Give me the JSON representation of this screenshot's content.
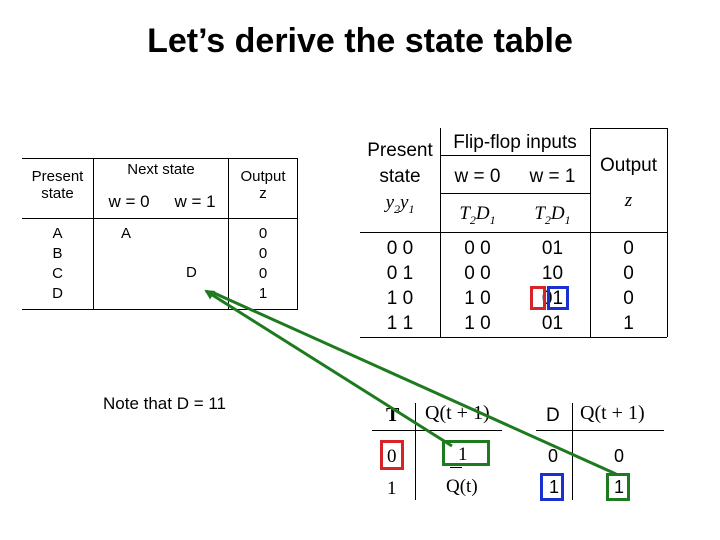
{
  "slide": {
    "title": "Let’s derive the state table",
    "note": "Note that D = 11"
  },
  "left_table": {
    "present_state_header": [
      "Present",
      "state"
    ],
    "next_state_header": "Next state",
    "w0": "w = 0",
    "w1": "w = 1",
    "output_header": [
      "Output",
      "z"
    ],
    "states": [
      "A",
      "B",
      "C",
      "D"
    ],
    "next_w0": [
      "A",
      "",
      "",
      ""
    ],
    "next_w1": [
      "",
      "",
      "D",
      ""
    ],
    "outputs": [
      "0",
      "0",
      "0",
      "1"
    ]
  },
  "right_table": {
    "present_state_header": [
      "Present",
      "state"
    ],
    "present_vars": "y2y1",
    "flipflop_header": "Flip-flop inputs",
    "w0": "w =  0",
    "w1": "w =  1",
    "sub_w0": "T2D1",
    "sub_w1": "T2D1",
    "output_header": "Output",
    "output_var": "z",
    "present": [
      "0 0",
      "0 1",
      "1 0",
      "1 1"
    ],
    "in_w0": [
      "0 0",
      "0 0",
      "1 0",
      "1 0"
    ],
    "in_w1": [
      "01",
      "10",
      "01",
      "01"
    ],
    "outputs": [
      "0",
      "0",
      "0",
      "1"
    ]
  },
  "t_table": {
    "h1": "T",
    "h2": "Q(t + 1)",
    "rows": [
      {
        "t": "0",
        "q": "1"
      },
      {
        "t": "1",
        "q": "Q(t)"
      }
    ]
  },
  "d_table": {
    "h1": "D",
    "h2": "Q(t + 1)",
    "rows": [
      {
        "d": "0",
        "q": "0"
      },
      {
        "d": "1",
        "q": "1"
      }
    ]
  },
  "colors": {
    "highlight_red": "#d8232a",
    "highlight_blue": "#1a2fd0",
    "arrow_green": "#1e7a1e",
    "grid": "#000000"
  }
}
